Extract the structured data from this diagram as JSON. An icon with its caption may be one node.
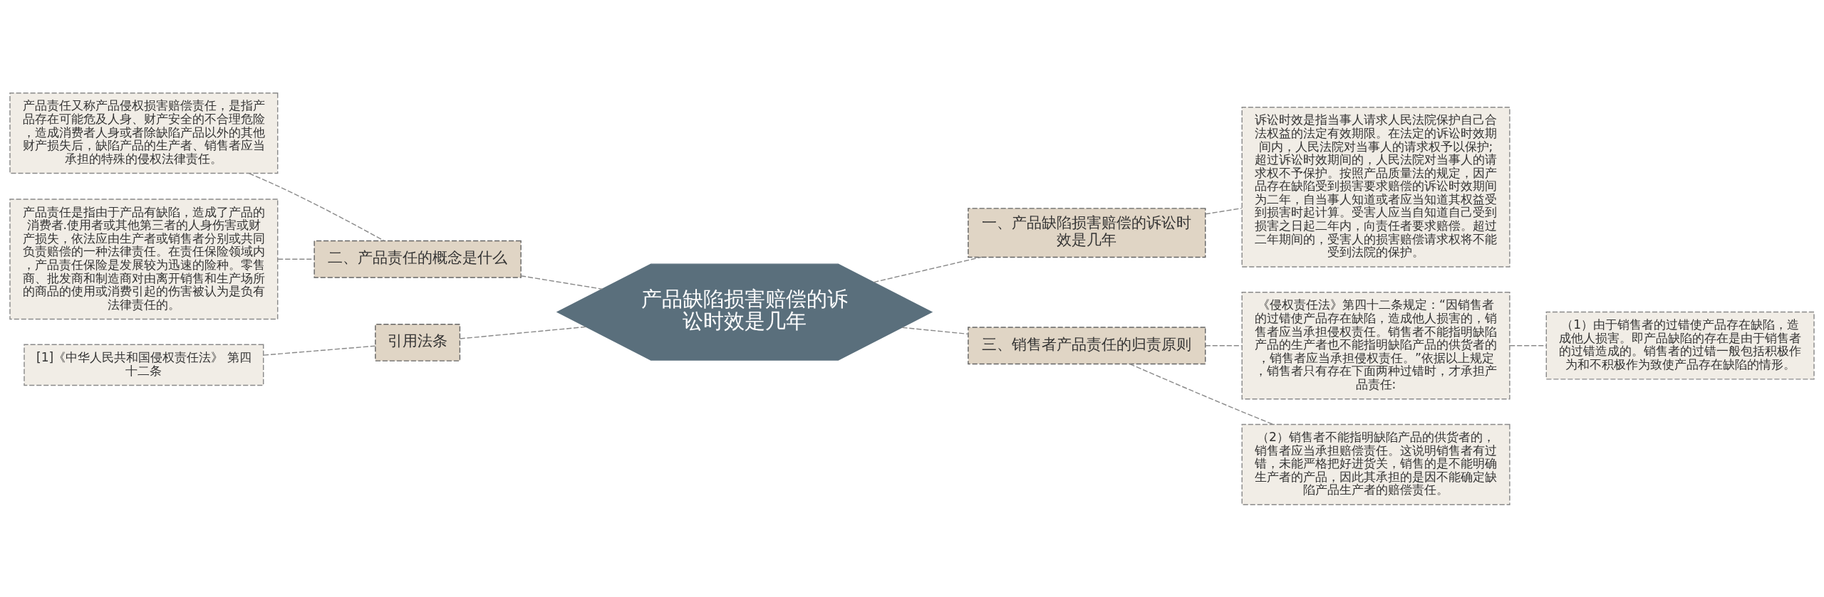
{
  "diagram": {
    "nodes": [
      {
        "text": [
          "产品缺陷损害赔偿的诉讼时效是几年"
        ]
      },
      {
        "text": [
          "一、产品缺陷损害赔偿的诉讼时效是几年"
        ]
      },
      {
        "text": [
          "诉讼时效是指当事人请求人民法院保护自己合法权益的法定有效期限。在法定的诉讼时效期间内，人民法院对当事人的请求权予以保护;超过诉讼时效期间的，人民法院对当事人的请求权不予保护。按照产品质量法的规定，因产品存在缺陷受到损害要求赔偿的诉讼时效期间为二年，自当事人知道或者应当知道其权益受到损害时起计算。受害人应当自知道自己受到损害之日起二年内，向责任者要求赔偿。超过二年期间的，受害人的损害赔偿请求权将不能受到法院的保护。"
        ]
      },
      {
        "text": [
          "三、销售者产品责任的归责原则"
        ]
      },
      {
        "text": [
          "《侵权责任法》第四十二条规定：“因销售者的过错使产品存在缺陷，造成他人损害的，销售者应当承担侵权责任。销售者不能指明缺陷产品的生产者也不能指明缺陷产品的供货者的，销售者应当承担侵权责任。”依据以上规定，销售者只有存在下面两种过错时，才承担产品责任:"
        ]
      },
      {
        "text": [
          "（1）由于销售者的过错使产品存在缺陷，造成他人损害。即产品缺陷的存在是由于销售者的过错造成的。销售者的过错一般包括积极作为和不积极作为致使产品存在缺陷的情形。"
        ]
      },
      {
        "text": [
          "（2）销售者不能指明缺陷产品的供货者的，销售者应当承担赔偿责任。这说明销售者有过错，未能严格把好进货关，销售的是不能明确生产者的产品，因此其承担的是因不能确定缺陷产品生产者的赔偿责任。"
        ]
      },
      {
        "text": [
          "二、产品责任的概念是什么"
        ]
      },
      {
        "text": [
          "产品责任又称产品侵权损害赔偿责任，是指产品存在可能危及人身、财产安全的不合理危险，造成消费者人身或者除缺陷产品以外的其他财产损失后，缺陷产品的生产者、销售者应当承担的特殊的侵权法律责任。"
        ]
      },
      {
        "text": [
          "产品责任是指由于产品有缺陷，造成了产品的消费者.使用者或其他第三者的人身伤害或财产损失，依法应由生产者或销售者分别或共同负责赔偿的一种法律责任。在责任保险领域内，产品责任保险是发展较为迅速的险种。零售商、批发商和制造商对由离开销售和生产场所的商品的使用或消费引起的伤害被认为是负有法律责任的。"
        ]
      },
      {
        "text": [
          "引用法条"
        ]
      },
      {
        "text": [
          "[1]《中华人民共和国侵权责任法》 第四十二条"
        ]
      }
    ],
    "edges": [
      {
        "from": 0,
        "to": 1,
        "arrow": "none",
        "style": "dashed"
      },
      {
        "from": 1,
        "to": 2,
        "arrow": "none",
        "style": "dashed"
      },
      {
        "from": 0,
        "to": 3,
        "arrow": "none",
        "style": "dashed"
      },
      {
        "from": 3,
        "to": 4,
        "arrow": "none",
        "style": "dashed"
      },
      {
        "from": 4,
        "to": 5,
        "arrow": "none",
        "style": "dashed"
      },
      {
        "from": 3,
        "to": 6,
        "arrow": "none",
        "style": "dashed"
      },
      {
        "from": 0,
        "to": 7,
        "arrow": "none",
        "style": "dashed"
      },
      {
        "from": 7,
        "to": 8,
        "arrow": "none",
        "style": "dashed"
      },
      {
        "from": 7,
        "to": 9,
        "arrow": "none",
        "style": "dashed"
      },
      {
        "from": 0,
        "to": 10,
        "arrow": "none",
        "style": "dashed"
      },
      {
        "from": 10,
        "to": 11,
        "arrow": "none",
        "style": "dashed"
      }
    ]
  }
}
